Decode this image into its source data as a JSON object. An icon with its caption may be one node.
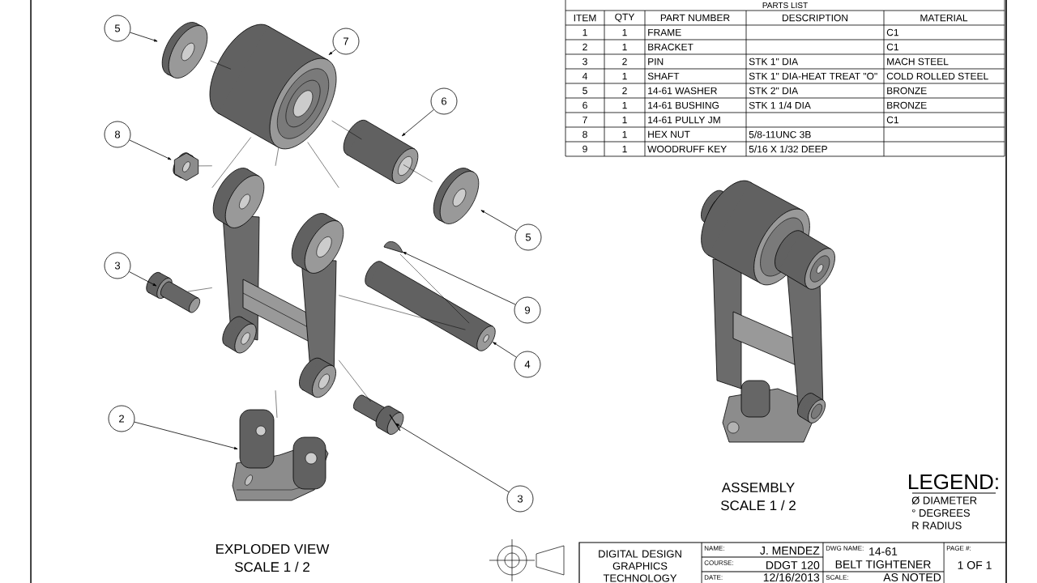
{
  "diagram": {
    "nodes": [
      {
        "text": [
          "5"
        ]
      },
      {
        "text": [],
        "shape": "picture"
      },
      {
        "text": [
          "7"
        ]
      },
      {
        "text": [],
        "shape": "picture"
      },
      {
        "text": [
          "8"
        ]
      },
      {
        "text": [],
        "shape": "picture"
      },
      {
        "text": [
          "6"
        ]
      },
      {
        "text": [],
        "shape": "picture"
      },
      {
        "text": [
          "5"
        ]
      },
      {
        "text": [],
        "shape": "picture"
      },
      {
        "text": [
          "3"
        ]
      },
      {
        "text": [],
        "shape": "picture"
      },
      {
        "text": [
          "9"
        ]
      },
      {
        "text": [],
        "shape": "picture"
      },
      {
        "text": [
          "4"
        ]
      },
      {
        "text": [],
        "shape": "picture"
      },
      {
        "text": [
          "2"
        ]
      },
      {
        "text": [],
        "shape": "picture"
      },
      {
        "text": [
          "3"
        ]
      },
      {
        "text": [],
        "shape": "picture"
      },
      {
        "text": [],
        "shape": "picture"
      }
    ],
    "edges": [
      {
        "from": 0,
        "to": 1,
        "arrow": "to"
      },
      {
        "from": 2,
        "to": 3,
        "arrow": "to"
      },
      {
        "from": 4,
        "to": 5,
        "arrow": "to"
      },
      {
        "from": 6,
        "to": 7,
        "arrow": "to"
      },
      {
        "from": 8,
        "to": 9,
        "arrow": "to"
      },
      {
        "from": 10,
        "to": 11,
        "arrow": "to"
      },
      {
        "from": 12,
        "to": 13,
        "arrow": "to"
      },
      {
        "from": 14,
        "to": 15,
        "arrow": "to"
      },
      {
        "from": 16,
        "to": 17,
        "arrow": "to"
      },
      {
        "from": 18,
        "to": 19,
        "arrow": "to"
      },
      {
        "from": 1,
        "to": 3,
        "arrow": "none"
      },
      {
        "from": 3,
        "to": 7,
        "arrow": "none"
      },
      {
        "from": 7,
        "to": 9,
        "arrow": "none"
      },
      {
        "from": 5,
        "to": 20,
        "arrow": "none"
      },
      {
        "from": 3,
        "to": 20,
        "arrow": "none"
      },
      {
        "from": 3,
        "to": 20,
        "arrow": "none"
      },
      {
        "from": 3,
        "to": 20,
        "arrow": "none"
      },
      {
        "from": 20,
        "to": 15,
        "arrow": "none"
      },
      {
        "from": 13,
        "to": 15,
        "arrow": "none"
      },
      {
        "from": 11,
        "to": 20,
        "arrow": "none"
      },
      {
        "from": 19,
        "to": 20,
        "arrow": "none"
      },
      {
        "from": 20,
        "to": 17,
        "arrow": "none"
      }
    ],
    "labels": [
      "PARTS LIST",
      "ITEM",
      "QTY",
      "PART NUMBER",
      "DESCRIPTION",
      "MATERIAL",
      "1",
      "1",
      "FRAME",
      "C1",
      "2",
      "1",
      "BRACKET",
      "C1",
      "3",
      "2",
      "PIN",
      "STK 1\" DIA",
      "MACH STEEL",
      "4",
      "1",
      "SHAFT",
      "STK 1\" DIA-HEAT TREAT \"O\"",
      "COLD ROLLED STEEL",
      "5",
      "2",
      "14-61 WASHER",
      "STK 2\" DIA",
      "BRONZE",
      "6",
      "1",
      "14-61 BUSHING",
      "STK 1 1/4 DIA",
      "BRONZE",
      "7",
      "1",
      "14-61 PULLY JM",
      "C1",
      "8",
      "1",
      "HEX NUT",
      "5/8-11UNC 3B",
      "9",
      "1",
      "WOODRUFF KEY",
      "5/16 X 1/32 DEEP",
      "ASSEMBLY",
      "SCALE 1 / 2",
      "LEGEND:",
      "EXPLODED VIEW",
      "SCALE 1 / 2",
      "DIGITAL DESIGN GRAPHICS TECHNOLOGY",
      "NAME:",
      "J. MENDEZ",
      "DWG NAME:",
      "14-61",
      "PAGE #:",
      "COURSE:",
      "DDGT 120",
      "BELT TIGHTENER",
      "1 OF 1",
      "DATE:",
      "12/16/2013",
      "SCALE:",
      "AS NOTED"
    ],
    "legend": [
      {
        "text": "Ø DIAMETER"
      },
      {
        "text": "° DEGREES"
      },
      {
        "text": "R RADIUS"
      }
    ]
  }
}
